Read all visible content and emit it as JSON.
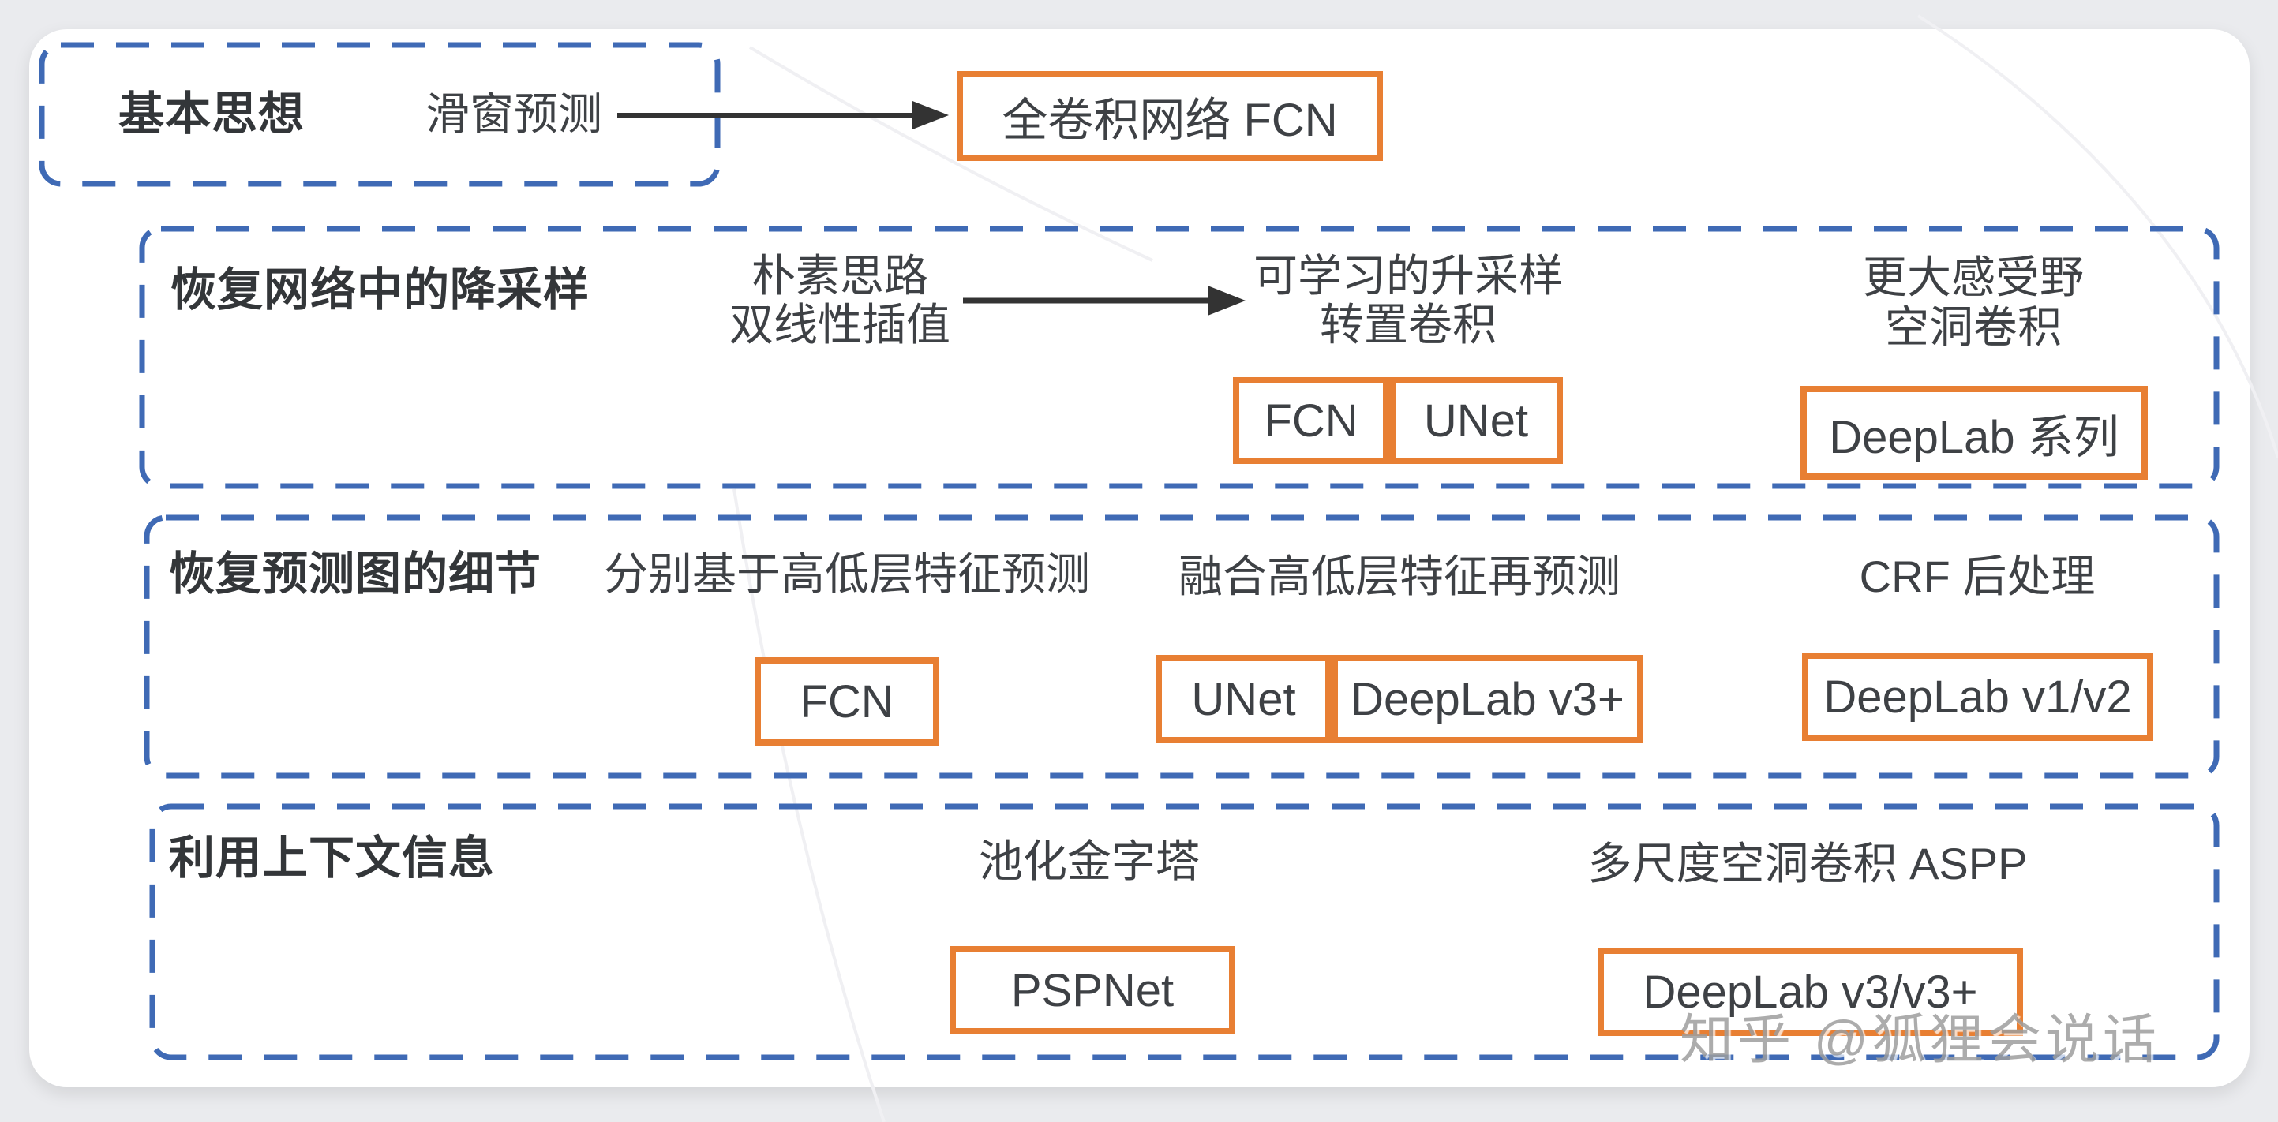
{
  "colors": {
    "blue": "#3F6AB5",
    "orange": "#E87F33",
    "text": "#3E4145",
    "title": "#333639",
    "bg": "#EAEBEE",
    "arrow": "#333333",
    "watermark": "#9E9E9E"
  },
  "s1": {
    "title": "基本思想",
    "label": "滑窗预测",
    "box": "全卷积网络 FCN"
  },
  "s2": {
    "title": "恢复网络中的降采样",
    "colA": {
      "line1": "朴素思路",
      "line2": "双线性插值"
    },
    "colB": {
      "line1": "可学习的升采样",
      "line2": "转置卷积",
      "boxes": [
        "FCN",
        "UNet"
      ]
    },
    "colC": {
      "line1": "更大感受野",
      "line2": "空洞卷积",
      "box": "DeepLab 系列"
    }
  },
  "s3": {
    "title": "恢复预测图的细节",
    "colA": {
      "label": "分别基于高低层特征预测",
      "box": "FCN"
    },
    "colB": {
      "label": "融合高低层特征再预测",
      "boxes": [
        "UNet",
        "DeepLab v3+"
      ]
    },
    "colC": {
      "label": "CRF 后处理",
      "box": "DeepLab v1/v2"
    }
  },
  "s4": {
    "title": "利用上下文信息",
    "colA": {
      "label": "池化金字塔",
      "box": "PSPNet"
    },
    "colB": {
      "label": "多尺度空洞卷积 ASPP",
      "box": "DeepLab v3/v3+"
    }
  },
  "watermark": "知乎 @狐狸会说话"
}
